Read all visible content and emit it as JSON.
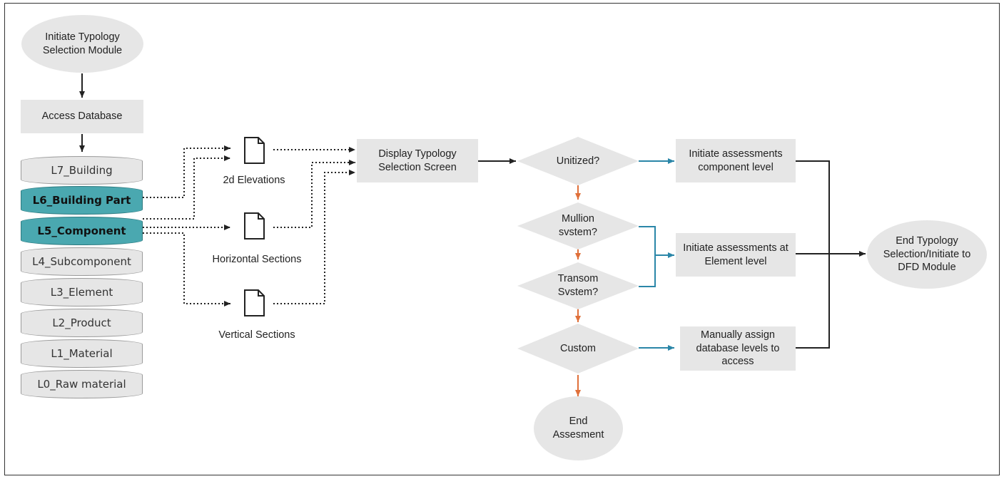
{
  "start_node": "Initiate Typology Selection Module",
  "access_database": "Access Database",
  "levels": [
    {
      "label": "L7_Building",
      "highlighted": false
    },
    {
      "label": "L6_Building Part",
      "highlighted": true
    },
    {
      "label": "L5_Component",
      "highlighted": true
    },
    {
      "label": "L4_Subcomponent",
      "highlighted": false
    },
    {
      "label": "L3_Element",
      "highlighted": false
    },
    {
      "label": "L2_Product",
      "highlighted": false
    },
    {
      "label": "L1_Material",
      "highlighted": false
    },
    {
      "label": "L0_Raw material",
      "highlighted": false
    }
  ],
  "documents": {
    "elevations": "2d Elevations",
    "horizontal": "Horizontal Sections",
    "vertical": "Vertical Sections"
  },
  "display_screen": "Display Typology Selection Screen",
  "decisions": {
    "unitized": "Unitized?",
    "mullion": "Mullion svstem?",
    "transom": "Transom Svstem?",
    "custom": "Custom"
  },
  "actions": {
    "component_level": "Initiate assessments component level",
    "element_level": "Initiate assessments at Element level",
    "manual_assign": "Manually assign database levels to access"
  },
  "end_assessment": "End Assesment",
  "end_node": "End Typology Selection/Initiate to DFD Module",
  "colors": {
    "node_fill": "#e6e6e6",
    "highlight": "#4aa8b0",
    "blue_arrow": "#2a86a8",
    "orange_arrow": "#e0703a",
    "black_arrow": "#222222"
  }
}
